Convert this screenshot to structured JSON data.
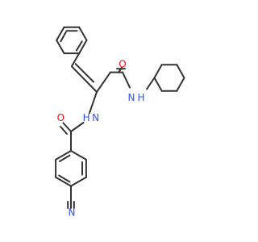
{
  "diagram": {
    "type": "chemical-structure",
    "colors": {
      "bond": "#333333",
      "oxygen": "#ff0d0d",
      "nitrogen": "#3050f8",
      "background": "#ffffff"
    },
    "atom_labels": {
      "amide_oxygen_top": "O",
      "amide_nitrogen_right": "N",
      "amide_hydrogen_right": "H",
      "amide_oxygen_left": "O",
      "amide_hydrogen_left": "H",
      "amide_nitrogen_left": "N",
      "nitrile_nitrogen": "N"
    }
  }
}
